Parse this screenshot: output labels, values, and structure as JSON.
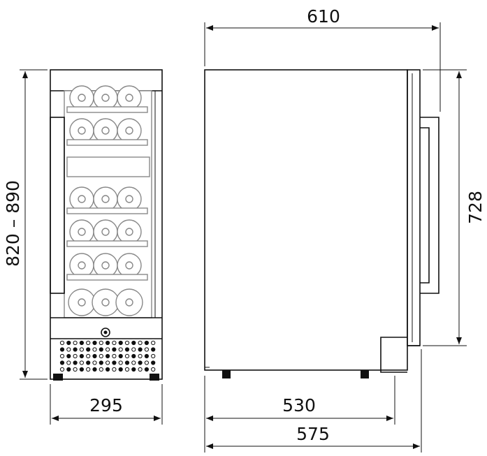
{
  "title": "Wine cooler dimension drawing",
  "dimensions": {
    "total_depth": "610",
    "door_height": "728",
    "height_range": "820 – 890",
    "width": "295",
    "body_depth": "530",
    "depth_with_door": "575"
  },
  "front_view": {
    "bottle_rows": 6,
    "grille_rows": 5,
    "grille_cols": 15
  },
  "colors": {
    "line": "#111111",
    "interior": "#888888"
  }
}
